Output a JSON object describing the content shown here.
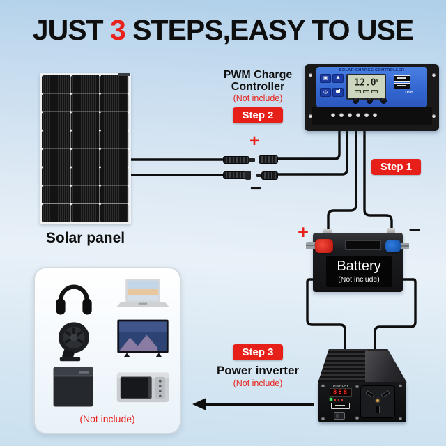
{
  "title": {
    "part1": "JUST ",
    "number": "3",
    "part2": " STEPS,EASY TO USE"
  },
  "solar_panel": {
    "caption": "Solar panel"
  },
  "mc4": {
    "plus": "+",
    "minus": "−"
  },
  "controller_label": {
    "line1": "PWM Charge",
    "line2": "Controller",
    "not_include": "(Not include)",
    "step": "Step 2"
  },
  "controller_device": {
    "title": "SOLAR CHARGE CONTROLLER",
    "lcd_value": "12.0",
    "lcd_unit": "V",
    "usb": "USB"
  },
  "step1": {
    "step": "Step 1"
  },
  "battery": {
    "plus": "+",
    "minus": "−",
    "name": "Battery",
    "not_include": "(Not include)"
  },
  "inverter_label": {
    "step": "Step 3",
    "name": "Power inverter",
    "not_include": "(Not include)"
  },
  "inverter_device": {
    "display_label": "DISPLAY",
    "display_value": "888"
  },
  "appliances": {
    "not_include": "(Not include)",
    "icons": [
      "headphones",
      "laptop",
      "clip-fan",
      "tv",
      "chest-freezer",
      "microwave"
    ]
  },
  "colors": {
    "accent_red": "#e8221b",
    "controller_blue": "#3365cf",
    "wire_black": "#0d0d0d",
    "sky_top": "#aecfe9",
    "sky_bottom": "#cae0ef"
  }
}
